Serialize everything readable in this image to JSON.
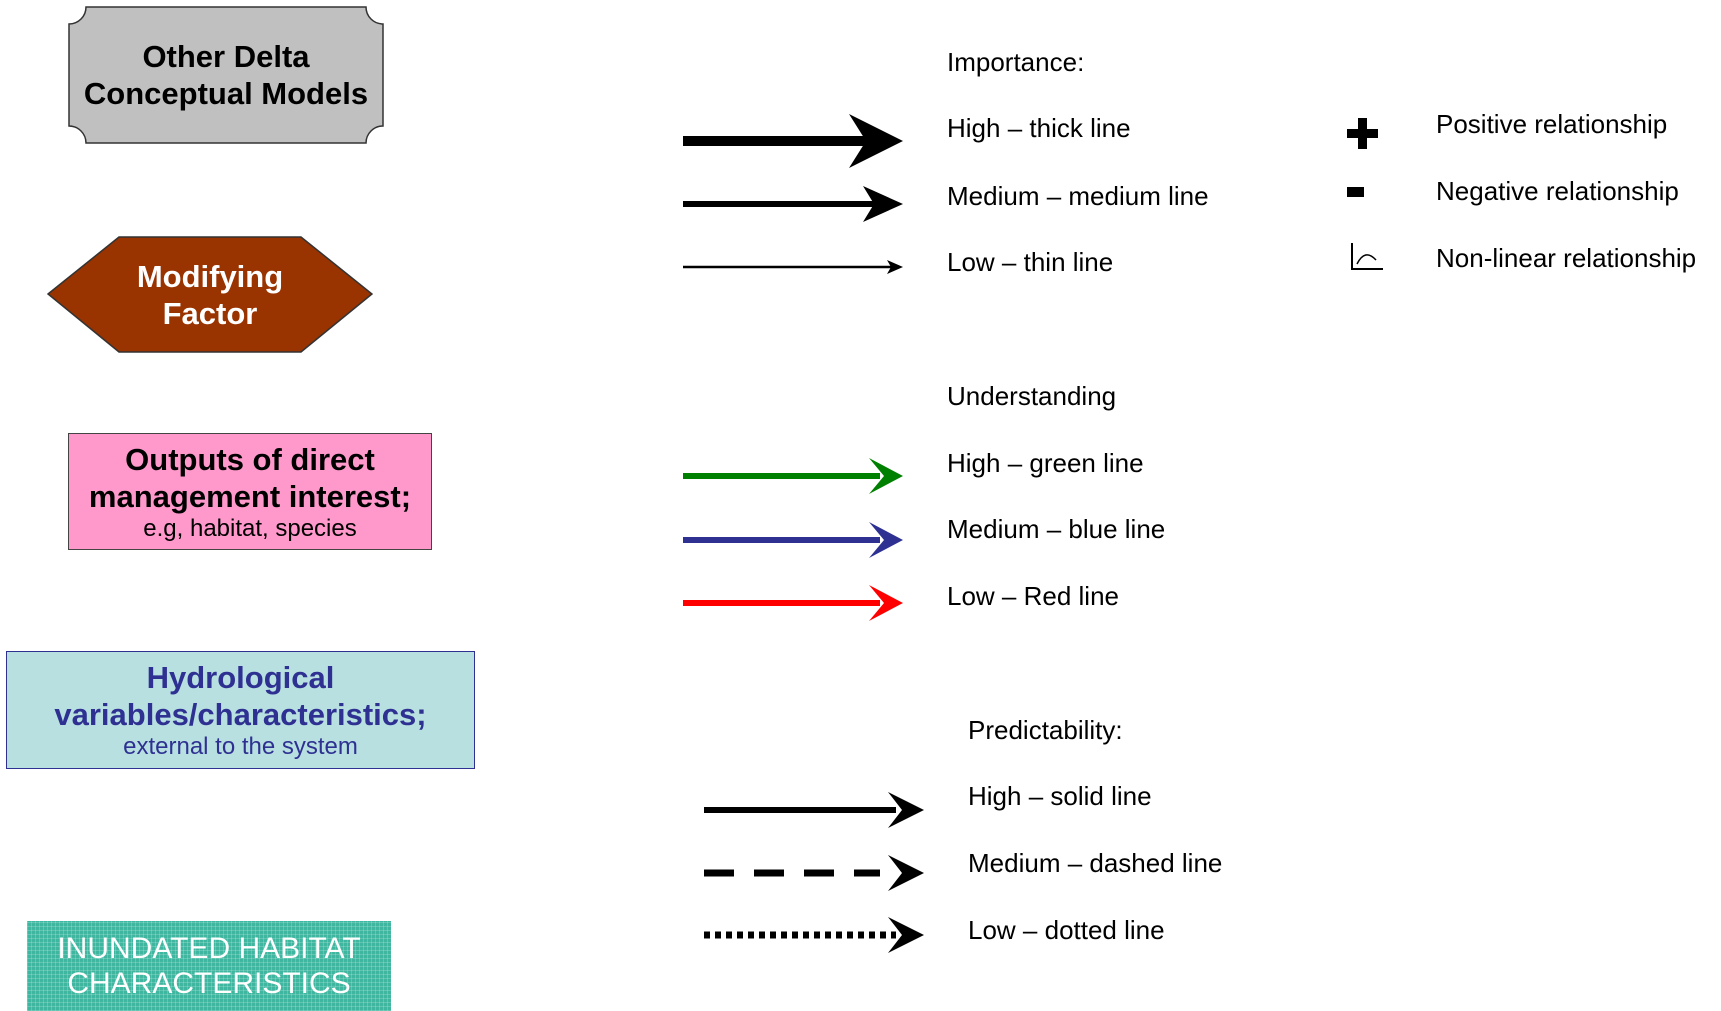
{
  "shapes": {
    "other_delta": {
      "line1": "Other Delta",
      "line2": "Conceptual Models",
      "fill": "#c0c0c0"
    },
    "modifying_factor": {
      "line1": "Modifying",
      "line2": "Factor",
      "fill": "#993300"
    },
    "outputs": {
      "line1": "Outputs of direct",
      "line2": "management interest;",
      "sub": "e.g, habitat, species",
      "fill": "#ff99cc"
    },
    "hydrological": {
      "line1": "Hydrological",
      "line2": "variables/characteristics;",
      "sub": "external to the system",
      "fill": "#b8e0e0",
      "text_color": "#2e3192"
    },
    "inundated": {
      "line1": "INUNDATED HABITAT",
      "line2": "CHARACTERISTICS",
      "fill": "#3fb7a0"
    }
  },
  "importance": {
    "title": "Importance:",
    "items": [
      {
        "label": "High – thick line"
      },
      {
        "label": "Medium – medium line"
      },
      {
        "label": "Low – thin line"
      }
    ]
  },
  "relationships": [
    {
      "symbol": "+",
      "label": "Positive relationship"
    },
    {
      "symbol": "-",
      "label": "Negative relationship"
    },
    {
      "icon": "non-linear-icon",
      "label": "Non-linear relationship"
    }
  ],
  "understanding": {
    "title": "Understanding",
    "items": [
      {
        "label": "High – green line",
        "color": "#008000"
      },
      {
        "label": "Medium – blue line",
        "color": "#2e3192"
      },
      {
        "label": "Low – Red line",
        "color": "#ff0000"
      }
    ]
  },
  "predictability": {
    "title": "Predictability:",
    "items": [
      {
        "label": "High – solid line",
        "style": "solid"
      },
      {
        "label": "Medium – dashed line",
        "style": "dashed"
      },
      {
        "label": "Low – dotted line",
        "style": "dotted"
      }
    ]
  }
}
